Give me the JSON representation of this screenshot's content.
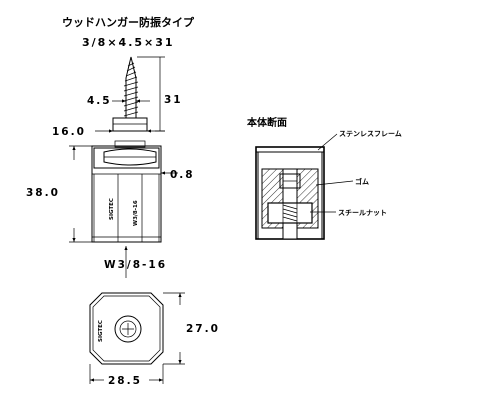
{
  "title": "ウッドハンガー防振タイプ",
  "subtitle": "3/8×4.5×31",
  "dimensions": {
    "screw_diameter": "4.5",
    "screw_length": "31",
    "washer_width": "16.0",
    "frame_thickness": "0.8",
    "body_height": "38.0",
    "thread_spec": "W3/8-16",
    "bottom_height": "27.0",
    "bottom_width": "28.5"
  },
  "section": {
    "title": "本体断面",
    "labels": {
      "frame": "ステンレスフレーム",
      "rubber": "ゴム",
      "nut": "スチールナット"
    }
  },
  "body_markings": {
    "brand": "SIGTEC",
    "spec": "W3/8-16"
  }
}
